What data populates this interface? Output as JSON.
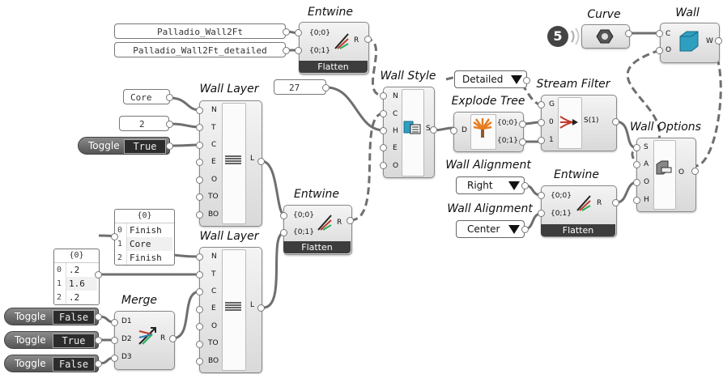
{
  "nodes": {
    "entwine_top": {
      "title": "Entwine",
      "inputs": [
        "{0;0}",
        "{0;1}"
      ],
      "output": "R",
      "footer": "Flatten"
    },
    "curve": {
      "title": "Curve",
      "count": "5"
    },
    "wall": {
      "title": "Wall",
      "inputs": [
        "C",
        "O"
      ],
      "output": "W"
    },
    "wall_style": {
      "title": "Wall Style",
      "inputs": [
        "N",
        "C",
        "H",
        "E",
        "O"
      ],
      "output": "S"
    },
    "explode_tree": {
      "title": "Explode Tree",
      "input": "D",
      "outputs": [
        "{0;0}",
        "{0;1}"
      ]
    },
    "stream_filter": {
      "title": "Stream Filter",
      "inputs": [
        "G",
        "0",
        "1"
      ],
      "output": "S(1)"
    },
    "wall_layer_1": {
      "title": "Wall Layer",
      "inputs": [
        "N",
        "T",
        "C",
        "E",
        "O",
        "TO",
        "BO"
      ],
      "output": "L"
    },
    "wall_layer_2": {
      "title": "Wall Layer",
      "inputs": [
        "N",
        "T",
        "C",
        "E",
        "O",
        "TO",
        "BO"
      ],
      "output": "L"
    },
    "entwine_mid": {
      "title": "Entwine",
      "inputs": [
        "{0;0}",
        "{0;1}"
      ],
      "output": "R",
      "footer": "Flatten"
    },
    "wall_options": {
      "title": "Wall Options",
      "inputs": [
        "S",
        "A",
        "O",
        "H"
      ],
      "output": "O"
    },
    "wall_alignment_1": {
      "title": "Wall Alignment",
      "value": "Right"
    },
    "wall_alignment_2": {
      "title": "Wall Alignment",
      "value": "Center"
    },
    "entwine_right": {
      "title": "Entwine",
      "inputs": [
        "{0;0}",
        "{0;1}"
      ],
      "output": "R",
      "footer": "Flatten"
    },
    "merge": {
      "title": "Merge",
      "inputs": [
        "D1",
        "D2",
        "D3"
      ],
      "output": "R"
    }
  },
  "panels": {
    "style_name_1": "Palladio_Wall2Ft",
    "style_name_2": "Palladio_Wall2Ft_detailed",
    "layer_name": "Core",
    "layer_thickness": "2",
    "number_27": "27",
    "detail_dropdown": "Detailed"
  },
  "toggles": {
    "t1": {
      "label": "Toggle",
      "value": "True"
    },
    "t2": {
      "label": "Toggle",
      "value": "False"
    },
    "t3": {
      "label": "Toggle",
      "value": "True"
    },
    "t4": {
      "label": "Toggle",
      "value": "False"
    }
  },
  "lists": {
    "materials": {
      "header": "{0}",
      "rows": [
        {
          "i": "0",
          "v": "Finish"
        },
        {
          "i": "1",
          "v": "Core"
        },
        {
          "i": "2",
          "v": "Finish"
        }
      ]
    },
    "thickness": {
      "header": "{0}",
      "rows": [
        {
          "i": "0",
          "v": ".2"
        },
        {
          "i": "1",
          "v": "1.6"
        },
        {
          "i": "2",
          "v": ".2"
        }
      ]
    }
  },
  "icons": {
    "entwine": "entwine-icon",
    "curve": "curve-icon",
    "wall": "wall-icon",
    "wall_style": "wall-style-icon",
    "explode_tree": "explode-tree-icon",
    "stream_filter": "stream-filter-icon",
    "wall_layer": "wall-layer-icon",
    "wall_options": "wall-options-icon",
    "merge": "merge-icon"
  },
  "colors": {
    "wire": "#7a7a7a",
    "footer": "#3d3d3d",
    "toggle": "#6b6b6b",
    "wall_icon": "#2f9fc0"
  }
}
